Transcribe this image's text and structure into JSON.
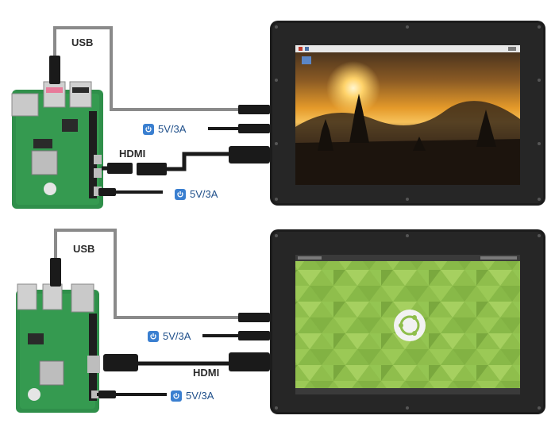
{
  "diagrams": [
    {
      "name": "raspberry-pi-4",
      "usb_label": "USB",
      "hdmi_label": "HDMI",
      "display_power_label": "5V/3A",
      "board_power_label": "5V/3A",
      "screen_wallpaper": "sunset-temple"
    },
    {
      "name": "raspberry-pi-3",
      "usb_label": "USB",
      "hdmi_label": "HDMI",
      "display_power_label": "5V/3A",
      "board_power_label": "5V/3A",
      "screen_wallpaper": "green-polygon"
    }
  ],
  "colors": {
    "board_green": "#2f8f4a",
    "cable_black": "#1a1a1a",
    "usb_cable_gray": "#8a8a8a",
    "power_blue": "#3a7fd0",
    "display_frame": "#1c1c1c"
  },
  "icons": [
    "power-icon"
  ]
}
